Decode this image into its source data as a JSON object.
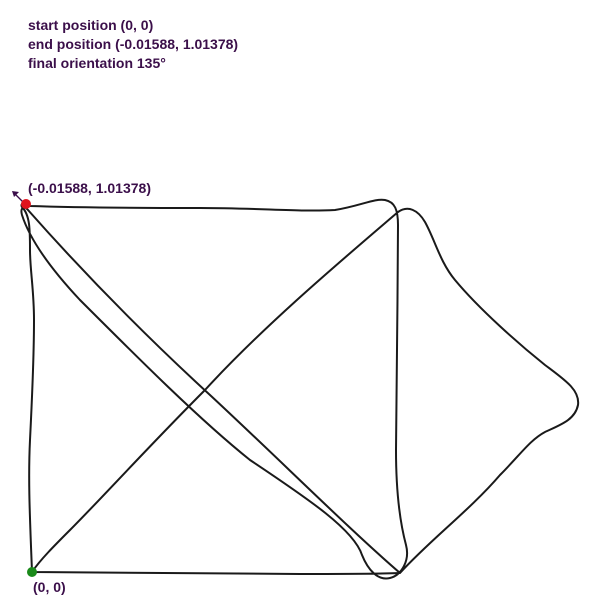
{
  "info": {
    "start_text": "start position (0, 0)",
    "end_text": "end position (-0.01588, 1.01378)",
    "orientation_text": "final orientation 135°"
  },
  "markers": {
    "start_label": "(0, 0)",
    "end_label": "(-0.01588, 1.01378)"
  },
  "colors": {
    "text": "#3b0f4a",
    "path": "#1a1a1a",
    "start_dot": "#1a8a1a",
    "end_dot": "#e0141e",
    "arrow": "#3b0f4a"
  },
  "icons": {
    "start": "start-dot",
    "end": "end-dot",
    "heading": "heading-arrow"
  }
}
